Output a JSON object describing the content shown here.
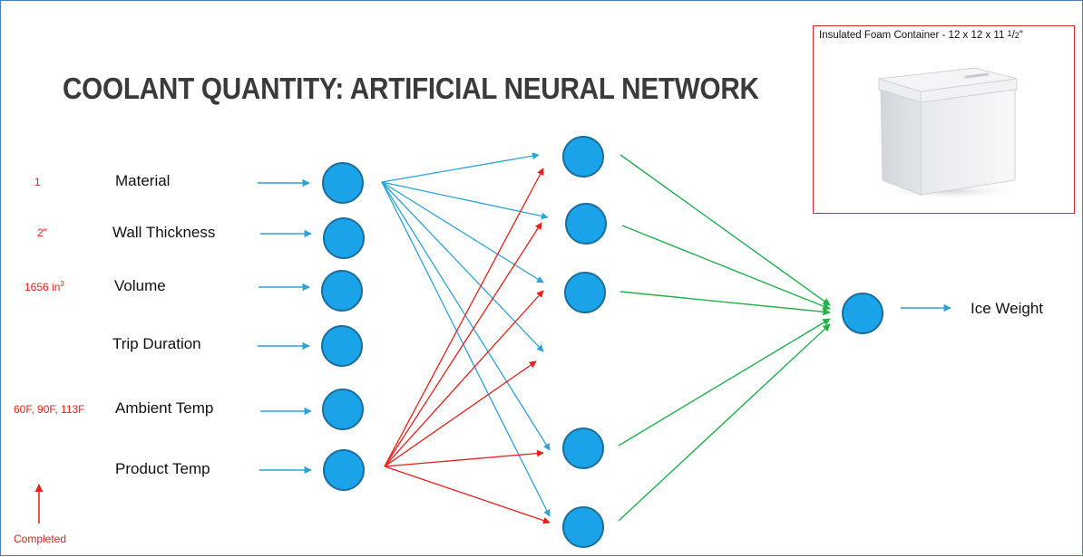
{
  "title": "COOLANT QUANTITY: ARTIFICIAL NEURAL NETWORK",
  "inputs": [
    {
      "label": "Material",
      "value": "1"
    },
    {
      "label": "Wall Thickness",
      "value": "2\""
    },
    {
      "label": "Volume",
      "value": "1656 in³"
    },
    {
      "label": "Trip Duration",
      "value": ""
    },
    {
      "label": "Ambient Temp",
      "value": "60F, 90F, 113F"
    },
    {
      "label": "Product Temp",
      "value": ""
    }
  ],
  "output": {
    "label": "Ice Weight"
  },
  "completed_note": "Completed",
  "product_image": {
    "caption": "Insulated Foam Container - 12 x 12 x 11 ½\""
  },
  "colors": {
    "node_fill": "#1aa3e8",
    "node_stroke": "#1b6f9e",
    "input_edge": "#2da2d8",
    "product_temp_edge": "#e8201a",
    "output_edge": "#22b24c",
    "annotation": "#e0241b",
    "title": "#3a3a3a"
  }
}
